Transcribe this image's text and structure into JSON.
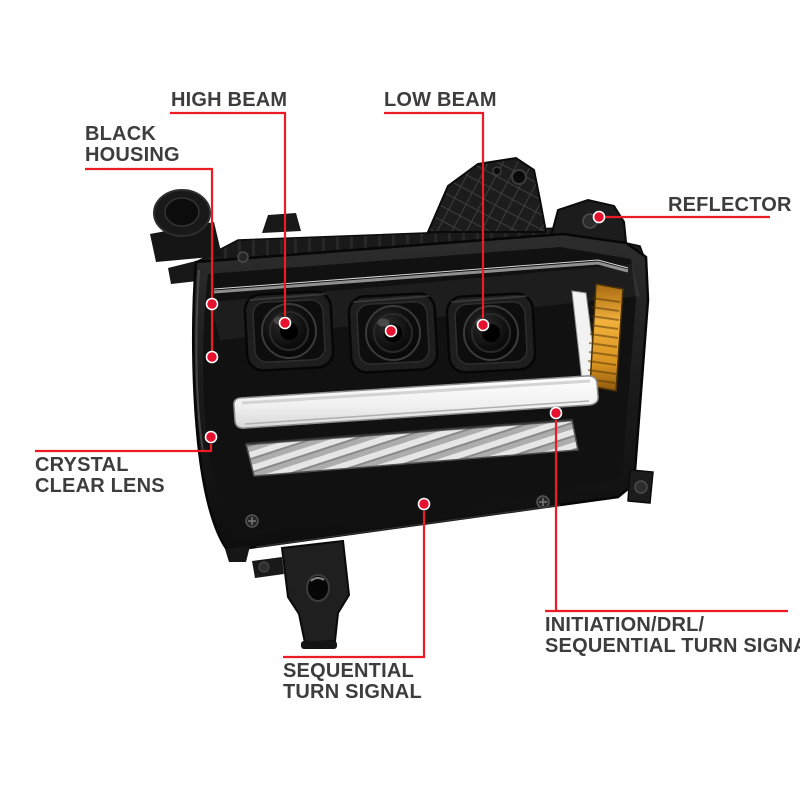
{
  "diagram": {
    "type": "product-callout-diagram",
    "subject": "truck-led-projector-headlight",
    "callouts": {
      "high_beam": {
        "text": "HIGH BEAM"
      },
      "low_beam": {
        "text": "LOW BEAM"
      },
      "black_housing": {
        "line1": "BLACK",
        "line2": "HOUSING"
      },
      "reflector": {
        "text": "REFLECTOR"
      },
      "crystal_clear_lens": {
        "line1": "CRYSTAL",
        "line2": "CLEAR LENS"
      },
      "sequential_turn_signal": {
        "line1": "SEQUENTIAL",
        "line2": "TURN SIGNAL"
      },
      "initiation_drl_sequential_turn_signal": {
        "line1": "INITIATION/DRL/",
        "line2": "SEQUENTIAL TURN SIGNAL"
      }
    },
    "colors": {
      "callout_line_red": "#ec1b24",
      "callout_dot_red": "#e8112d",
      "label_text": "#3d3d3d",
      "amber_reflector": "#e8a62e",
      "housing_black": "#141414",
      "drl_bar_white": "#f2f2f2",
      "background": "#ffffff"
    }
  }
}
